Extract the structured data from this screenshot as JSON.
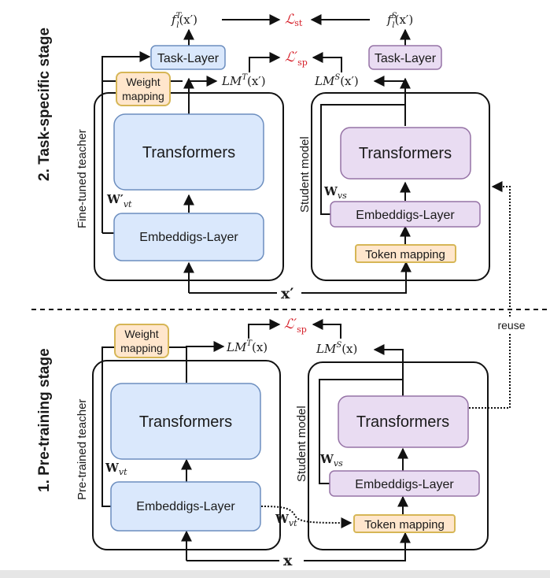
{
  "colors": {
    "teacher_fill": "#dae8fc",
    "teacher_stroke": "#6c8ebf",
    "student_fill": "#e9dcf2",
    "student_stroke": "#9673a6",
    "mapping_fill": "#ffe6cc",
    "mapping_stroke": "#d6b656",
    "loss_color": "#d6202a"
  },
  "stages": {
    "task_specific": {
      "title": "2. Task-specific stage",
      "teacher_label": "Fine-tuned teacher",
      "student_label": "Student model",
      "teacher": {
        "task_layer": "Task-Layer",
        "weight_mapping_line1": "Weight",
        "weight_mapping_line2": "mapping",
        "transformers": "Transformers",
        "embeddings": "Embeddigs-Layer",
        "weight_symbol": "W′",
        "weight_sub": "vt",
        "output_f": "f",
        "output_f_sup": "T",
        "output_f_sub": "l",
        "output_f_arg": "(x′)",
        "output_lm": "LM",
        "output_lm_sup": "T",
        "output_lm_arg": "(x′)"
      },
      "student": {
        "task_layer": "Task-Layer",
        "transformers": "Transformers",
        "embeddings": "Embeddigs-Layer",
        "token_mapping": "Token mapping",
        "weight_symbol": "W",
        "weight_sub": "vs",
        "output_f": "f",
        "output_f_sup": "S",
        "output_f_sub": "l",
        "output_f_arg": "(x′)",
        "output_lm": "LM",
        "output_lm_sup": "S",
        "output_lm_arg": "(x′)"
      },
      "loss_st": "ℒ",
      "loss_st_sub": "st",
      "loss_sp": "ℒ′",
      "loss_sp_sub": "sp",
      "input": "x′"
    },
    "pretraining": {
      "title": "1. Pre-training stage",
      "teacher_label": "Pre-trained teacher",
      "student_label": "Student model",
      "teacher": {
        "weight_mapping_line1": "Weight",
        "weight_mapping_line2": "mapping",
        "transformers": "Transformers",
        "embeddings": "Embeddigs-Layer",
        "weight_symbol": "W",
        "weight_sub": "vt",
        "output_lm": "LM",
        "output_lm_sup": "T",
        "output_lm_arg": "(x)"
      },
      "student": {
        "transformers": "Transformers",
        "embeddings": "Embeddigs-Layer",
        "token_mapping": "Token mapping",
        "weight_symbol": "W",
        "weight_sub": "vs",
        "output_lm": "LM",
        "output_lm_sup": "S",
        "output_lm_arg": "(x)"
      },
      "cross_weight_symbol": "W",
      "cross_weight_sub": "vt",
      "loss_sp": "ℒ′",
      "loss_sp_sub": "sp",
      "input": "x"
    }
  },
  "reuse_label": "reuse"
}
